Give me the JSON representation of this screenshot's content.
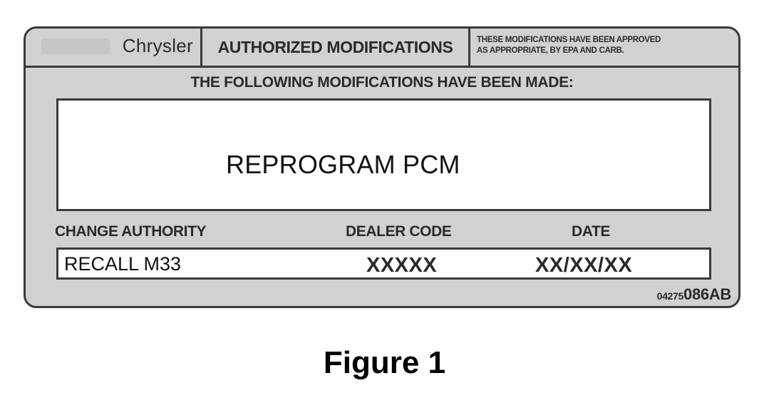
{
  "label": {
    "brand": "Chrysler",
    "title": "AUTHORIZED MODIFICATIONS",
    "approval_line_1": "THESE MODIFICATIONS HAVE BEEN APPROVED",
    "approval_line_2": "AS APPROPRIATE, BY EPA AND CARB.",
    "modifications_heading": "THE FOLLOWING MODIFICATIONS HAVE BEEN MADE:",
    "modifications_value": "REPROGRAM PCM",
    "fields": {
      "change_authority_label": "CHANGE AUTHORITY",
      "dealer_code_label": "DEALER CODE",
      "date_label": "DATE",
      "change_authority_value": "RECALL M33",
      "dealer_code_value": "XXXXX",
      "date_value": "XX/XX/XX"
    },
    "part_number_prefix": "04275",
    "part_number_suffix": "086AB"
  },
  "caption": "Figure 1",
  "colors": {
    "label_background": "#d1d1d1",
    "border": "#3a3a3a",
    "field_background": "#ffffff"
  }
}
